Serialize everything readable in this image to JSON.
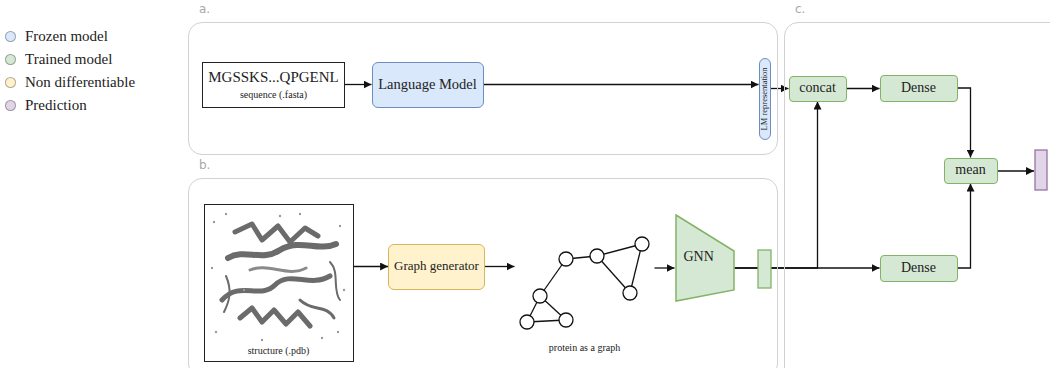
{
  "diagram": {
    "nodes": [
      {
        "text": [
          "a."
        ]
      },
      {
        "text": [
          "MGSSKS...QPGENL",
          "sequence (.fasta)"
        ],
        "in": 0
      },
      {
        "text": [
          "Language Model"
        ],
        "in": 0
      },
      {
        "text": [
          "LM representation"
        ],
        "in": 0
      },
      {
        "text": [
          "b."
        ]
      },
      {
        "text": [
          "structure (.pdb)"
        ],
        "in": 4
      },
      {
        "text": [
          "Graph generator"
        ],
        "in": 4
      },
      {
        "text": [
          "protein as a graph"
        ],
        "in": 4
      },
      {
        "text": [
          "GNN"
        ],
        "in": 4
      },
      {
        "text": [
          "c."
        ]
      },
      {
        "text": [
          "concat"
        ],
        "in": 9
      },
      {
        "text": [
          "Dense"
        ],
        "in": 9
      },
      {
        "text": [
          "mean"
        ],
        "in": 9
      },
      {
        "text": [
          "Dense"
        ],
        "in": 9
      }
    ],
    "edges": [
      {
        "from": 1,
        "to": 2,
        "arrow": "to"
      },
      {
        "from": 2,
        "to": 3,
        "arrow": "to"
      },
      {
        "from": 3,
        "to": 10,
        "arrow": "to"
      },
      {
        "from": 5,
        "to": 6,
        "arrow": "to"
      },
      {
        "from": 6,
        "to": 7,
        "arrow": "to"
      },
      {
        "from": 7,
        "to": 8,
        "arrow": "to"
      },
      {
        "from": 8,
        "to": 10,
        "arrow": "to"
      },
      {
        "from": 8,
        "to": 13,
        "arrow": "to"
      },
      {
        "from": 10,
        "to": 11,
        "arrow": "to"
      },
      {
        "from": 11,
        "to": 12,
        "arrow": "to"
      },
      {
        "from": 13,
        "to": 12,
        "arrow": "to"
      }
    ],
    "legend": [
      {
        "text": "Frozen model",
        "color": "#dae8fc"
      },
      {
        "text": "Trained model",
        "color": "#d5e8d4"
      },
      {
        "text": "Non differentiable",
        "color": "#fff2cc"
      },
      {
        "text": "Prediction",
        "color": "#e1d5e7"
      }
    ]
  }
}
